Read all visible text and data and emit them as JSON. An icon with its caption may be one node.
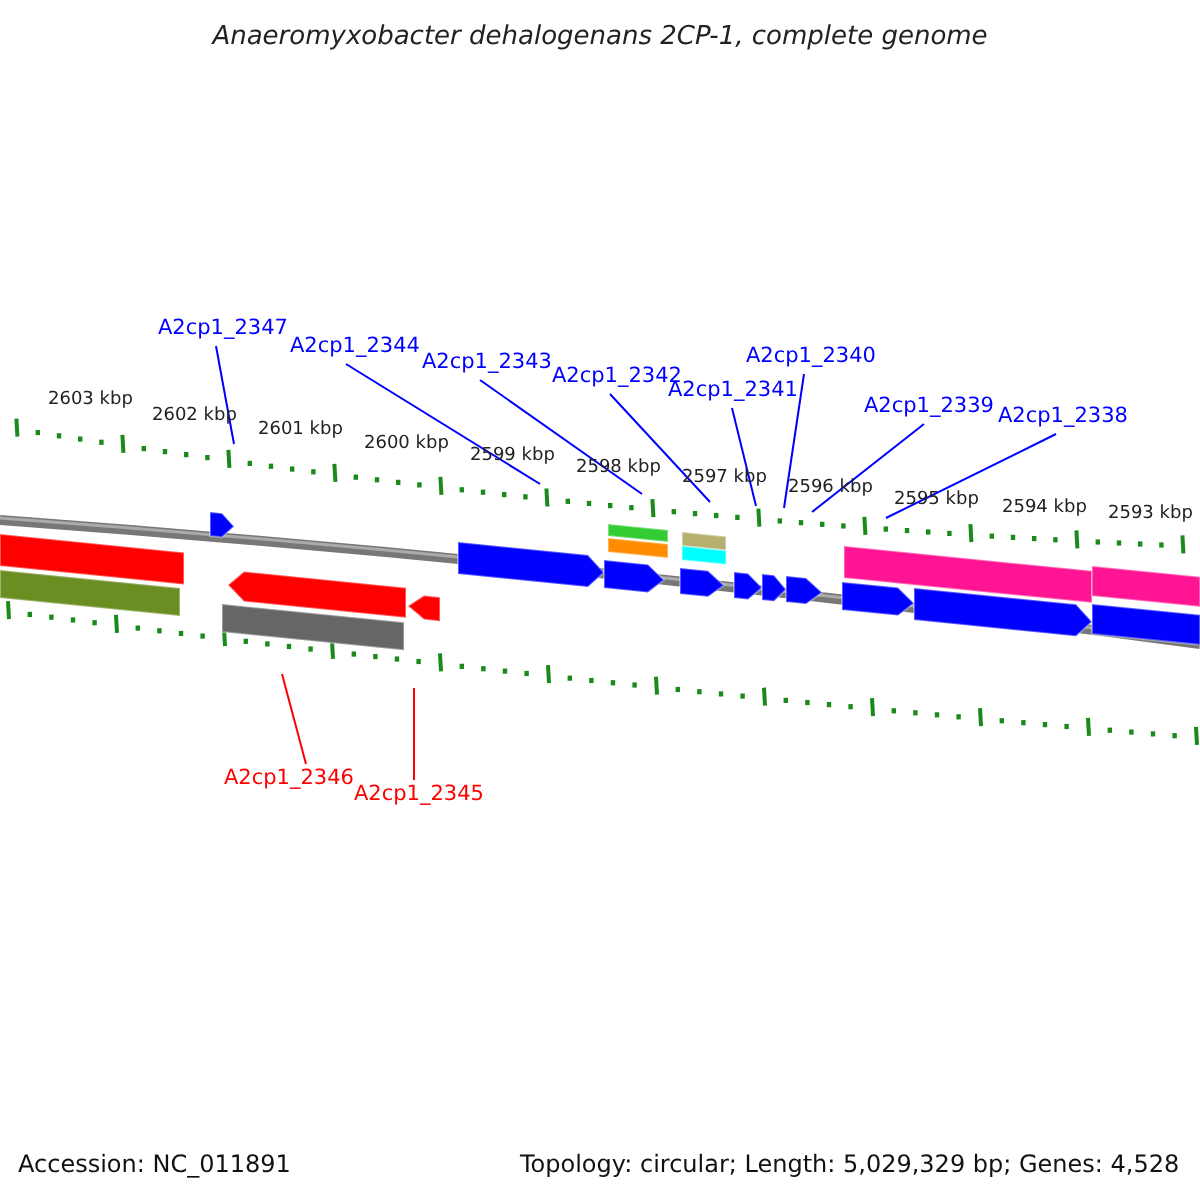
{
  "diagram": {
    "title": "Anaeromyxobacter dehalogenans 2CP-1, complete genome",
    "nodes": [
      {
        "text": [
          "A2cp1_2347"
        ]
      },
      {
        "text": [
          "A2cp1_2344"
        ]
      },
      {
        "text": [
          "A2cp1_2343"
        ]
      },
      {
        "text": [
          "A2cp1_2342"
        ]
      },
      {
        "text": [
          "A2cp1_2340"
        ]
      },
      {
        "text": [
          "A2cp1_2341"
        ]
      },
      {
        "text": [
          "A2cp1_2339"
        ]
      },
      {
        "text": [
          "A2cp1_2338"
        ]
      },
      {
        "text": [
          "A2cp1_2346"
        ]
      },
      {
        "text": [
          "A2cp1_2345"
        ]
      },
      {
        "text": [],
        "shape": "picture"
      }
    ],
    "edges": [
      {
        "from": 0,
        "to": 10,
        "arrow": "none"
      },
      {
        "from": 1,
        "to": 10,
        "arrow": "none"
      },
      {
        "from": 2,
        "to": 10,
        "arrow": "none"
      },
      {
        "from": 3,
        "to": 10,
        "arrow": "none"
      },
      {
        "from": 4,
        "to": 10,
        "arrow": "none"
      },
      {
        "from": 5,
        "to": 10,
        "arrow": "none"
      },
      {
        "from": 6,
        "to": 10,
        "arrow": "none"
      },
      {
        "from": 7,
        "to": 10,
        "arrow": "none"
      },
      {
        "from": 8,
        "to": 10,
        "arrow": "none",
        "color": "#ff0000"
      },
      {
        "from": 9,
        "to": 10,
        "arrow": "none",
        "color": "#ff0000"
      }
    ],
    "labels": [
      "2603 kbp",
      "2602 kbp",
      "2601 kbp",
      "2600 kbp",
      "2599 kbp",
      "2598 kbp",
      "2597 kbp",
      "2596 kbp",
      "2595 kbp",
      "2594 kbp",
      "2593 kbp",
      "Accession: NC_011891",
      "Topology: circular; Length: 5,029,329 bp; Genes: 4,528"
    ]
  }
}
